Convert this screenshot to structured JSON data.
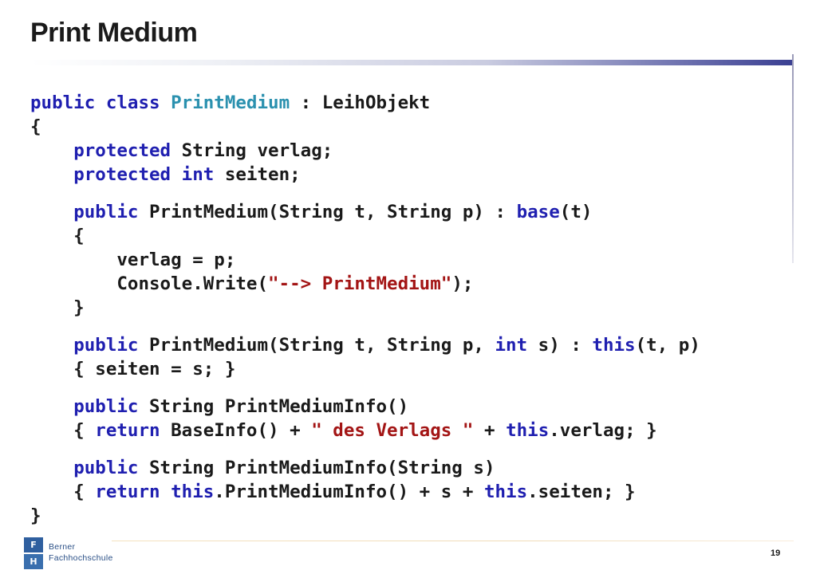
{
  "slide": {
    "title": "Print Medium",
    "page_number": "19"
  },
  "code": {
    "language": "csharp",
    "colors": {
      "keyword": "#1f1fb0",
      "type": "#2b91af",
      "string": "#a31515",
      "default": "#1a1a1a"
    },
    "lines": [
      {
        "gap": false,
        "tokens": [
          {
            "t": "kw",
            "v": "public"
          },
          {
            "t": "",
            "v": " "
          },
          {
            "t": "kw",
            "v": "class"
          },
          {
            "t": "",
            "v": " "
          },
          {
            "t": "ty",
            "v": "PrintMedium"
          },
          {
            "t": "",
            "v": " : LeihObjekt"
          }
        ]
      },
      {
        "gap": false,
        "tokens": [
          {
            "t": "",
            "v": "{"
          }
        ]
      },
      {
        "gap": false,
        "tokens": [
          {
            "t": "",
            "v": "    "
          },
          {
            "t": "kw",
            "v": "protected"
          },
          {
            "t": "",
            "v": " String verlag;"
          }
        ]
      },
      {
        "gap": false,
        "tokens": [
          {
            "t": "",
            "v": "    "
          },
          {
            "t": "kw",
            "v": "protected"
          },
          {
            "t": "",
            "v": " "
          },
          {
            "t": "kw",
            "v": "int"
          },
          {
            "t": "",
            "v": " seiten;"
          }
        ]
      },
      {
        "gap": true,
        "tokens": [
          {
            "t": "",
            "v": "    "
          },
          {
            "t": "kw",
            "v": "public"
          },
          {
            "t": "",
            "v": " PrintMedium(String t, String p) : "
          },
          {
            "t": "kw",
            "v": "base"
          },
          {
            "t": "",
            "v": "(t)"
          }
        ]
      },
      {
        "gap": false,
        "tokens": [
          {
            "t": "",
            "v": "    {"
          }
        ]
      },
      {
        "gap": false,
        "tokens": [
          {
            "t": "",
            "v": "        verlag = p;"
          }
        ]
      },
      {
        "gap": false,
        "tokens": [
          {
            "t": "",
            "v": "        Console.Write("
          },
          {
            "t": "st",
            "v": "\"--> PrintMedium\""
          },
          {
            "t": "",
            "v": ");"
          }
        ]
      },
      {
        "gap": false,
        "tokens": [
          {
            "t": "",
            "v": "    }"
          }
        ]
      },
      {
        "gap": true,
        "tokens": [
          {
            "t": "",
            "v": "    "
          },
          {
            "t": "kw",
            "v": "public"
          },
          {
            "t": "",
            "v": " PrintMedium(String t, String p, "
          },
          {
            "t": "kw",
            "v": "int"
          },
          {
            "t": "",
            "v": " s) : "
          },
          {
            "t": "kw",
            "v": "this"
          },
          {
            "t": "",
            "v": "(t, p)"
          }
        ]
      },
      {
        "gap": false,
        "tokens": [
          {
            "t": "",
            "v": "    { seiten = s; }"
          }
        ]
      },
      {
        "gap": true,
        "tokens": [
          {
            "t": "",
            "v": "    "
          },
          {
            "t": "kw",
            "v": "public"
          },
          {
            "t": "",
            "v": " String PrintMediumInfo()"
          }
        ]
      },
      {
        "gap": false,
        "tokens": [
          {
            "t": "",
            "v": "    { "
          },
          {
            "t": "kw",
            "v": "return"
          },
          {
            "t": "",
            "v": " BaseInfo() + "
          },
          {
            "t": "st",
            "v": "\" des Verlags \""
          },
          {
            "t": "",
            "v": " + "
          },
          {
            "t": "kw",
            "v": "this"
          },
          {
            "t": "",
            "v": ".verlag; }"
          }
        ]
      },
      {
        "gap": true,
        "tokens": [
          {
            "t": "",
            "v": "    "
          },
          {
            "t": "kw",
            "v": "public"
          },
          {
            "t": "",
            "v": " String PrintMediumInfo(String s)"
          }
        ]
      },
      {
        "gap": false,
        "tokens": [
          {
            "t": "",
            "v": "    { "
          },
          {
            "t": "kw",
            "v": "return"
          },
          {
            "t": "",
            "v": " "
          },
          {
            "t": "kw",
            "v": "this"
          },
          {
            "t": "",
            "v": ".PrintMediumInfo() + s + "
          },
          {
            "t": "kw",
            "v": "this"
          },
          {
            "t": "",
            "v": ".seiten; }"
          }
        ]
      },
      {
        "gap": false,
        "tokens": [
          {
            "t": "",
            "v": "}"
          }
        ]
      }
    ]
  },
  "logo": {
    "letter_top": "F",
    "letter_bottom": "H",
    "line1": "Berner",
    "line2": "Fachhochschule"
  }
}
